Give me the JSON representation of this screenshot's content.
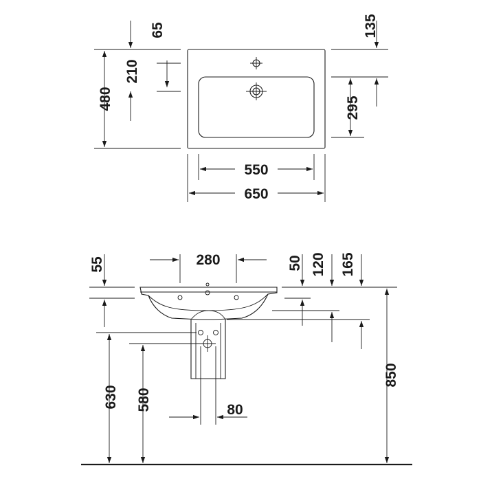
{
  "colors": {
    "line": "#1a1a1a",
    "background": "#ffffff"
  },
  "top_view": {
    "dims": {
      "d65": "65",
      "d135": "135",
      "d210": "210",
      "d480": "480",
      "d295": "295",
      "d550": "550",
      "d650": "650"
    }
  },
  "front_view": {
    "dims": {
      "d55": "55",
      "d280": "280",
      "d50": "50",
      "d120": "120",
      "d165": "165",
      "d630": "630",
      "d580": "580",
      "d80": "80",
      "d850": "850"
    }
  }
}
